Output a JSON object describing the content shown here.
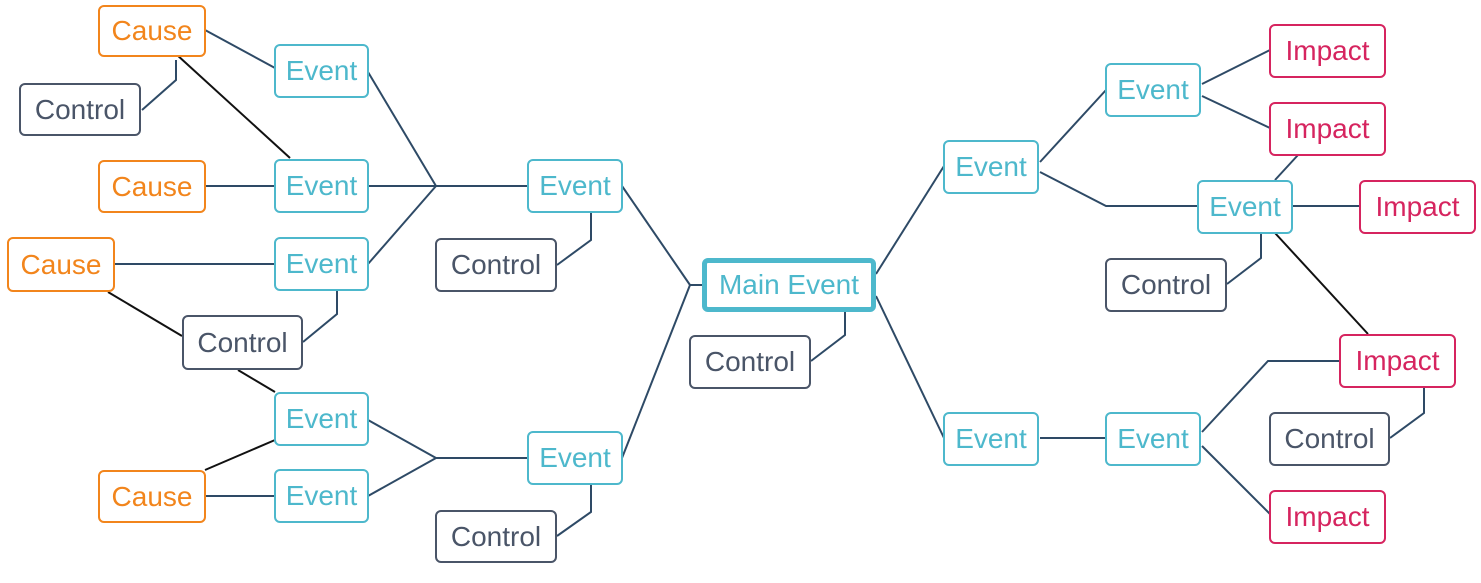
{
  "colors": {
    "cause": "#f2851c",
    "event": "#4db8cc",
    "control": "#4a5568",
    "impact": "#d6245f",
    "connector": "#2e4a66",
    "connector_black": "#111111"
  },
  "labels": {
    "cause": "Cause",
    "event": "Event",
    "main_event": "Main Event",
    "control": "Control",
    "impact": "Impact"
  }
}
